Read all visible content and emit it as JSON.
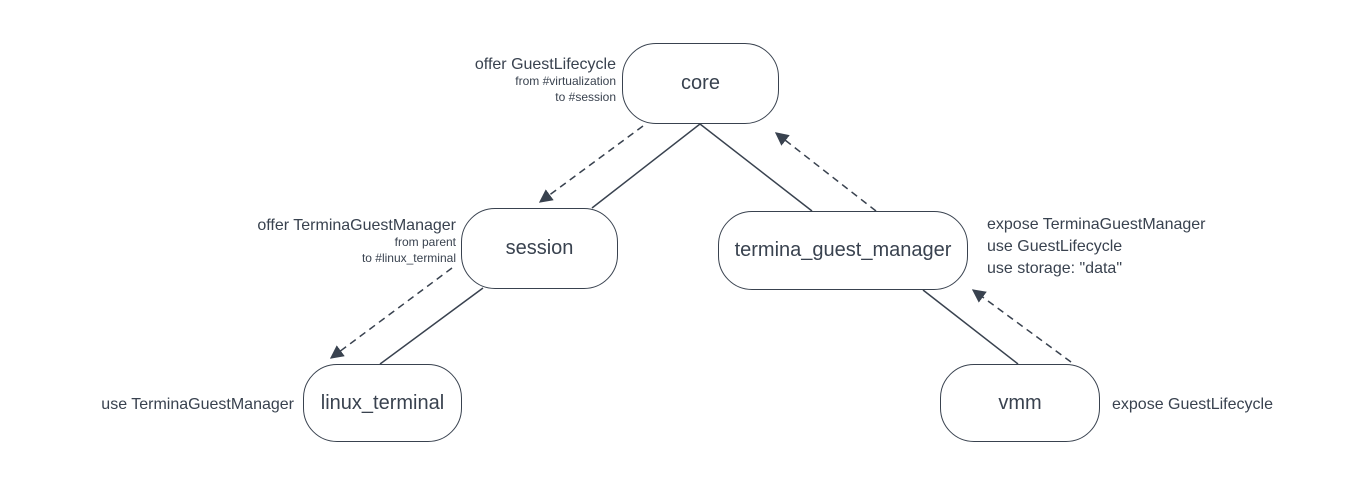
{
  "diagram": {
    "type": "component-topology",
    "colors": {
      "ink": "#39424f",
      "background": "#ffffff"
    },
    "nodes": {
      "core": {
        "label": "core"
      },
      "session": {
        "label": "session"
      },
      "termina_guest_manager": {
        "label": "termina_guest_manager"
      },
      "linux_terminal": {
        "label": "linux_terminal"
      },
      "vmm": {
        "label": "vmm"
      }
    },
    "annotations": {
      "core": {
        "title": "offer GuestLifecycle",
        "sub1": "from #virtualization",
        "sub2": "to #session"
      },
      "session": {
        "title": "offer TerminaGuestManager",
        "sub1": "from parent",
        "sub2": "to #linux_terminal"
      },
      "termina_guest_manager": {
        "line1": "expose TerminaGuestManager",
        "line2": "use GuestLifecycle",
        "line3": "use storage: \"data\""
      },
      "linux_terminal": {
        "line1": "use TerminaGuestManager"
      },
      "vmm": {
        "line1": "expose GuestLifecycle"
      }
    },
    "edges": [
      {
        "from": "core",
        "to": "session",
        "type": "child",
        "style": "solid"
      },
      {
        "from": "core",
        "to": "termina_guest_manager",
        "type": "child",
        "style": "solid"
      },
      {
        "from": "session",
        "to": "linux_terminal",
        "type": "child",
        "style": "solid"
      },
      {
        "from": "termina_guest_manager",
        "to": "vmm",
        "type": "child",
        "style": "solid"
      },
      {
        "from": "core",
        "to": "session",
        "type": "route",
        "style": "dashed-arrow",
        "capability": "offer GuestLifecycle"
      },
      {
        "from": "termina_guest_manager",
        "to": "core",
        "type": "route",
        "style": "dashed-arrow",
        "capability": "use GuestLifecycle"
      },
      {
        "from": "session",
        "to": "linux_terminal",
        "type": "route",
        "style": "dashed-arrow",
        "capability": "offer TerminaGuestManager"
      },
      {
        "from": "vmm",
        "to": "termina_guest_manager",
        "type": "route",
        "style": "dashed-arrow",
        "capability": "expose GuestLifecycle"
      }
    ]
  }
}
